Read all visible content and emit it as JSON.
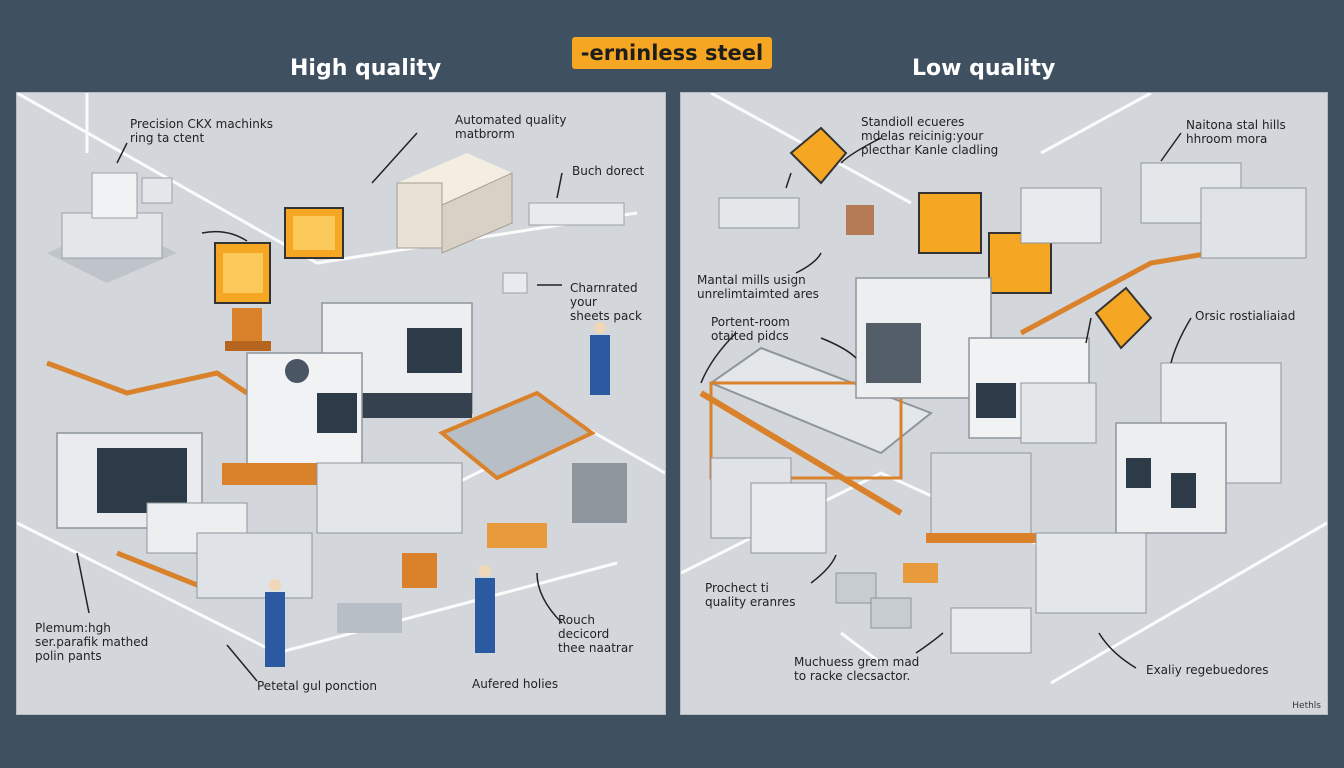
{
  "header": {
    "badge": "-erninless steel",
    "left_heading": "High quality",
    "right_heading": "Low quality"
  },
  "left_panel": {
    "labels": [
      "Precision CKX machinks\nring ta ctent",
      "Automated quality\nmatbrorm",
      "Buch dorect",
      "Charnrated your\nsheets pack",
      "Plemum:hgh\nser.parafik mathed\npolin pants",
      "Petetal gul ponction",
      "Aufered holies",
      "Rouch\ndecicord\nthee naatrar"
    ]
  },
  "right_panel": {
    "labels": [
      "Standioll ecueres\nmdelas reicinig:your\nplecthar Kanle cladling",
      "Naitona stal hills\nhhroom mora",
      "Mantal mills usign\nunrelimtaimted ares",
      "Portent-room\notaited pidcs",
      "Orsic rostialiaiad",
      "Prochect ti\nquality eranres",
      "Muchuess grem mad\nto racke clecsactor.",
      "Exaliy regebuedores"
    ],
    "watermark": "Hethls"
  },
  "colors": {
    "background": "#3f5061",
    "panel": "#d3d7dc",
    "accent": "#f5a623",
    "machine": "#e4e6e9",
    "frame": "#d9822b",
    "worker": "#2c5aa0"
  }
}
